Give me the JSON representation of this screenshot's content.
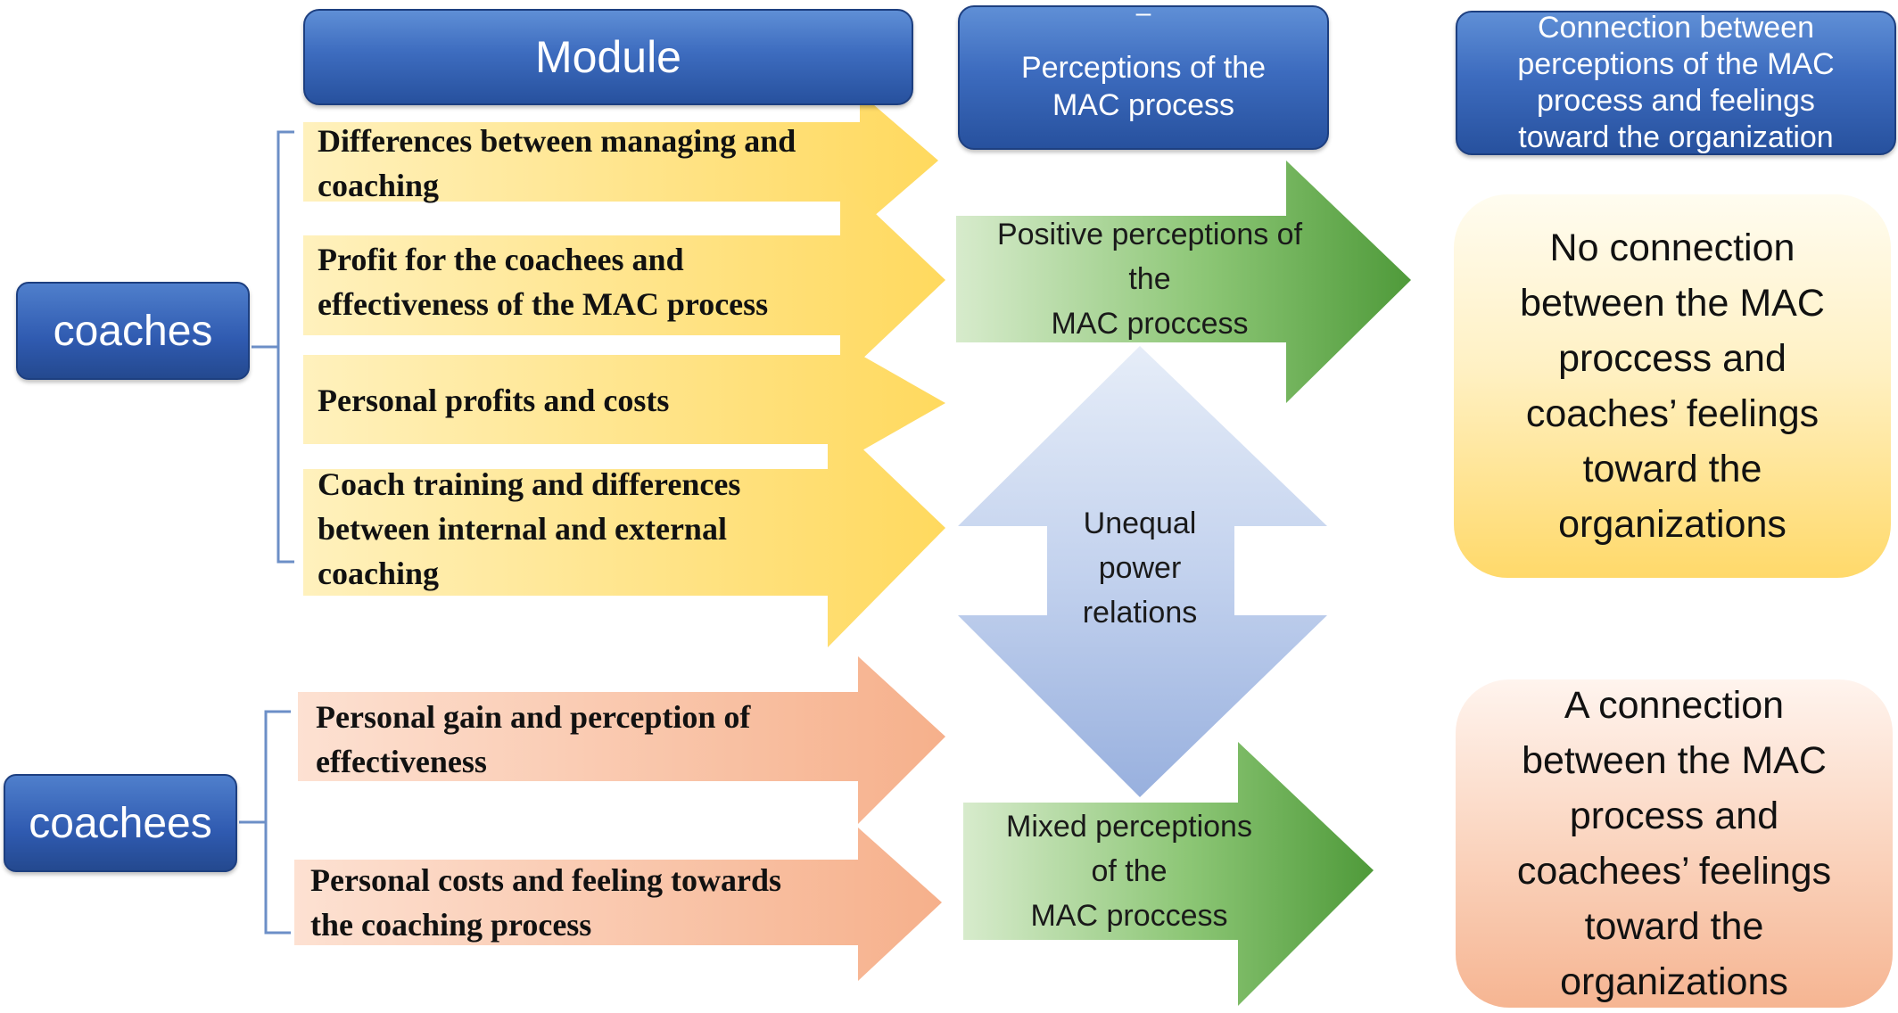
{
  "headers": {
    "module": "Module",
    "perceptions_dash": "–",
    "perceptions": "Perceptions of the\nMAC process",
    "connection": "Connection between\nperceptions of the MAC\nprocess and feelings\ntoward the  organization"
  },
  "groups": {
    "coaches": "coaches",
    "coachees": "coachees"
  },
  "coach_modules": [
    {
      "line1": "Differences between managing and",
      "line2": "coaching"
    },
    {
      "line1": "Profit for the coachees and",
      "line2": "effectiveness of the MAC process"
    },
    {
      "line1": "Personal profits and costs"
    },
    {
      "line1": "Coach training and differences",
      "line2": "between internal and external",
      "line3": "coaching"
    }
  ],
  "coachee_modules": [
    {
      "line1": "Personal gain and perception of",
      "line2": "effectiveness"
    },
    {
      "line1": "Personal costs and feeling towards",
      "line2": "the coaching process"
    }
  ],
  "perceptions": {
    "positive": {
      "line1": "Positive perceptions of",
      "line2": "the",
      "line3": "MAC proccess"
    },
    "unequal": {
      "line1": "Unequal",
      "line2": "power",
      "line3": "relations"
    },
    "mixed": {
      "line1": "Mixed perceptions",
      "line2": "of the",
      "line3": "MAC proccess"
    }
  },
  "results": {
    "coaches": [
      "No connection",
      "between the MAC",
      "proccess and",
      "coaches’ feelings",
      "toward the",
      "organizations"
    ],
    "coachees": [
      "A connection",
      "between the MAC",
      "process and",
      "coachees’ feelings",
      "toward the",
      "organizations"
    ]
  },
  "colors": {
    "header_blue": "#3d6cbf",
    "yellow_arrow": "#ffdf7a",
    "orange_arrow": "#f8c4a6",
    "green_arrow": "#5fa84a",
    "bidirectional_arrow": "#a9bfe4"
  }
}
